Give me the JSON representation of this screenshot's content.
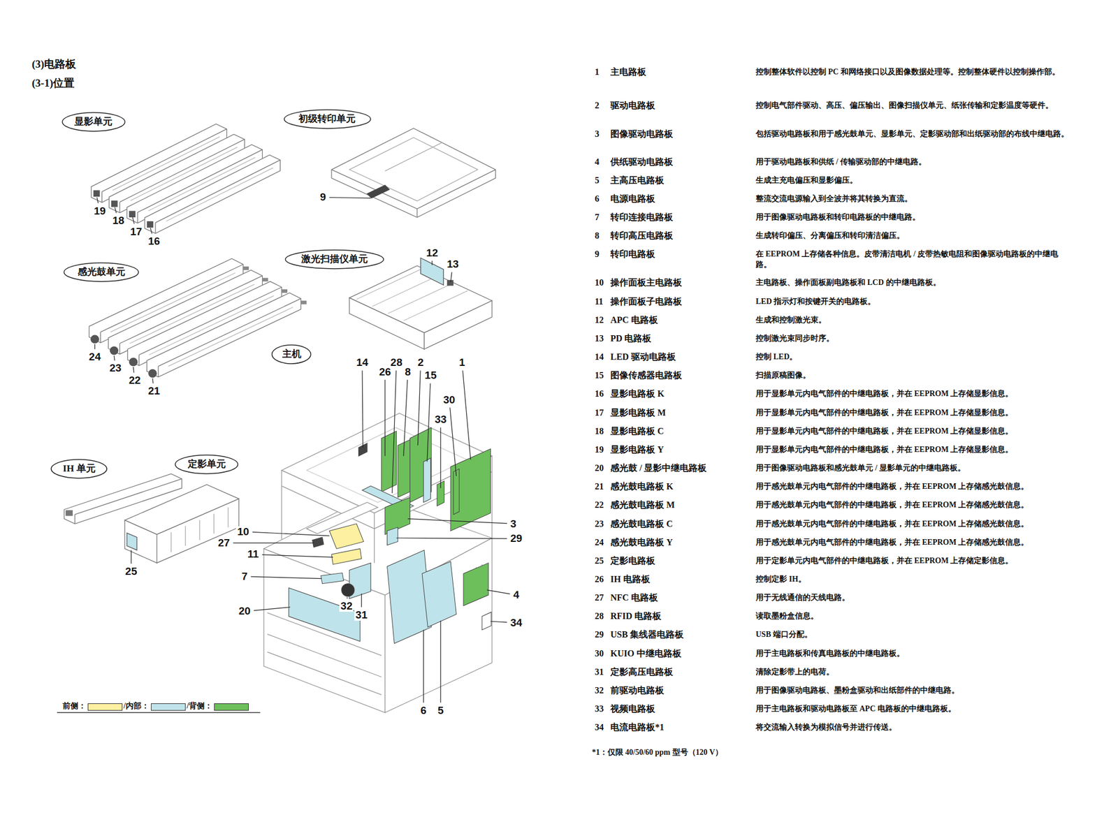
{
  "diagram": {
    "title": "(3)电路板",
    "nodes": [
      {
        "text": [
          "显影单元"
        ]
      },
      {
        "text": [
          "初级转印单元"
        ]
      },
      {
        "text": [
          "感光鼓单元"
        ]
      },
      {
        "text": [
          "激光扫描仪单元"
        ]
      },
      {
        "text": [
          "主机"
        ]
      },
      {
        "text": [
          "IH 单元"
        ]
      },
      {
        "text": [
          "定影单元"
        ]
      }
    ],
    "labels": [
      "(3-1)位置",
      "19",
      "18",
      "17",
      "16",
      "9",
      "12",
      "13",
      "24",
      "23",
      "22",
      "21",
      "14",
      "28",
      "26",
      "8",
      "2",
      "15",
      "1",
      "30",
      "33",
      "3",
      "29",
      "10",
      "27",
      "11",
      "7",
      "25",
      "4",
      "32",
      "31",
      "20",
      "34",
      "6",
      "5",
      "1",
      "主电路板",
      "控制整体软件以控制 PC 和网络接口以及图像数据处理等。控制整体硬件以控制操作部。",
      "2",
      "驱动电路板",
      "控制电气部件驱动、高压、偏压输出、图像扫描仪单元、纸张传输和定影温度等硬件。",
      "3",
      "图像驱动电路板",
      "包括驱动电路板和用于感光鼓单元、显影单元、定影驱动部和出纸驱动部的布线中继电路。",
      "4",
      "供纸驱动电路板",
      "用于驱动电路板和供纸 / 传输驱动部的中继电路。",
      "5",
      "主高压电路板",
      "生成主充电偏压和显影偏压。",
      "6",
      "电源电路板",
      "整流交流电源输入到全波并将其转换为直流。",
      "7",
      "转印连接电路板",
      "用于图像驱动电路板和转印电路板的中继电路。",
      "8",
      "转印高压电路板",
      "生成转印偏压、分离偏压和转印清洁偏压。",
      "9",
      "转印电路板",
      "在 EEPROM 上存储各种信息。皮带清洁电机 / 皮带热敏电阻和图像驱动电路板的中继电路。",
      "10",
      "操作面板主电路板",
      "主电路板、操作面板副电路板和 LCD 的中继电路板。",
      "11",
      "操作面板子电路板",
      "LED 指示灯和按键开关的电路板。",
      "12",
      "APC 电路板",
      "生成和控制激光束。",
      "13",
      "PD 电路板",
      "控制激光束同步时序。",
      "14",
      "LED 驱动电路板",
      "控制 LED。",
      "15",
      "图像传感器电路板",
      "扫描原稿图像。",
      "16",
      "显影电路板 K",
      "用于显影单元内电气部件的中继电路板，并在 EEPROM 上存储显影信息。",
      "17",
      "显影电路板 M",
      "用于显影单元内电气部件的中继电路板，并在 EEPROM 上存储显影信息。",
      "18",
      "显影电路板 C",
      "用于显影单元内电气部件的中继电路板，并在 EEPROM 上存储显影信息。",
      "19",
      "显影电路板 Y",
      "用于显影单元内电气部件的中继电路板，并在 EEPROM 上存储显影信息。",
      "20",
      "感光鼓 / 显影中继电路板",
      "用于图像驱动电路板和感光鼓单元 / 显影单元的中继电路板。",
      "21",
      "感光鼓电路板 K",
      "用于感光鼓单元内电气部件的中继电路板，并在 EEPROM 上存储感光鼓信息。",
      "22",
      "感光鼓电路板 M",
      "用于感光鼓单元内电气部件的中继电路板，并在 EEPROM 上存储感光鼓信息。",
      "23",
      "感光鼓电路板 C",
      "用于感光鼓单元内电气部件的中继电路板，并在 EEPROM 上存储感光鼓信息。",
      "24",
      "感光鼓电路板 Y",
      "用于感光鼓单元内电气部件的中继电路板，并在 EEPROM 上存储感光鼓信息。",
      "25",
      "定影电路板",
      "用于定影单元内电气部件的中继电路板，并在 EEPROM 上存储定影信息。",
      "26",
      "IH 电路板",
      "控制定影 IH。",
      "27",
      "NFC 电路板",
      "用于无线通信的天线电路。",
      "28",
      "RFID 电路板",
      "读取墨粉盒信息。",
      "29",
      "USB 集线器电路板",
      "USB 端口分配。",
      "30",
      "KUIO 中继电路板",
      "用于主电路板和传真电路板的中继电路板。",
      "31",
      "定影高压电路板",
      "清除定影带上的电荷。",
      "32",
      "前驱动电路板",
      "用于图像驱动电路板、墨粉盒驱动和出纸部件的中继电路。",
      "33",
      "视频电路板",
      "用于主电路板和驱动电路板至 APC 电路板的中继电路板。",
      "34",
      "电流电路板*1",
      "将交流输入转换为模拟信号并进行传送。",
      "*1：仅限 40/50/60 ppm 型号（120 V）"
    ],
    "legend": [
      {
        "text": "前侧：",
        "color": "#fdf0a0"
      },
      {
        "text": "/内部：",
        "color": "#bfe3ea"
      },
      {
        "text": "/背侧：",
        "color": "#6dbf5b"
      }
    ]
  }
}
